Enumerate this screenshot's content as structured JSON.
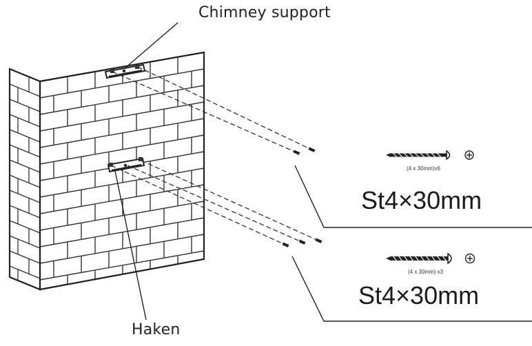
{
  "labels": {
    "chimney_support": "Chimney support",
    "hook": "Haken"
  },
  "fasteners": [
    {
      "name": "screw-upper",
      "quantity_text": "(4 x 30mm)x6",
      "spec": "St4×30mm"
    },
    {
      "name": "screw-lower",
      "quantity_text": "(4 x 30mm) x3",
      "spec": "St4×30mm"
    }
  ],
  "colors": {
    "ink": "#222222",
    "background": "#ffffff"
  }
}
